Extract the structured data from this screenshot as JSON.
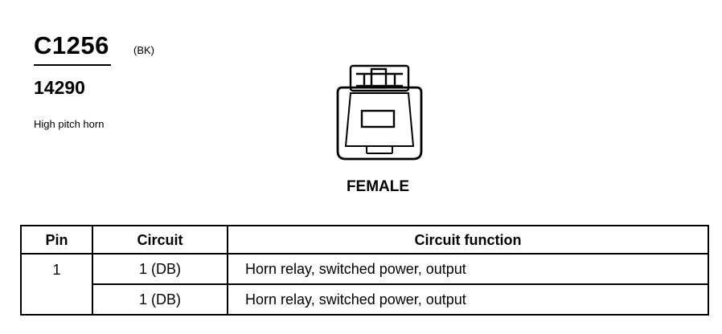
{
  "connector": {
    "id": "C1256",
    "color": "(BK)",
    "part_number": "14290",
    "description": "High pitch horn",
    "gender": "FEMALE"
  },
  "table": {
    "headers": {
      "pin": "Pin",
      "circuit": "Circuit",
      "function": "Circuit function"
    },
    "pin": "1",
    "rows": [
      {
        "circuit": "1 (DB)",
        "function": "Horn relay, switched power, output"
      },
      {
        "circuit": "1 (DB)",
        "function": "Horn relay, switched power, output"
      }
    ]
  }
}
